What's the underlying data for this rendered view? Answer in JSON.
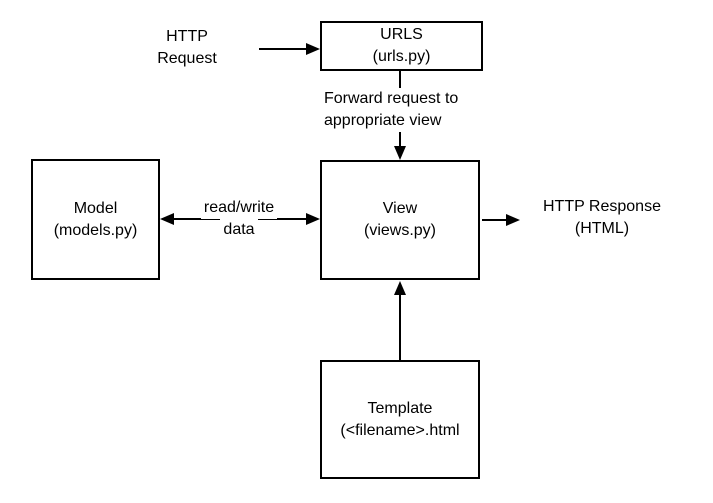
{
  "colors": {
    "background": "#ffffff",
    "line": "#000000",
    "text": "#000000"
  },
  "nodes": {
    "urls": {
      "title": "URLS",
      "subtitle": "(urls.py)"
    },
    "view": {
      "title": "View",
      "subtitle": "(views.py)"
    },
    "model": {
      "title": "Model",
      "subtitle": "(models.py)"
    },
    "template": {
      "title": "Template",
      "subtitle": "(<filename>.html"
    }
  },
  "labels": {
    "http_request": {
      "line1": "HTTP",
      "line2": "Request"
    },
    "forward_request": {
      "line1": "Forward request to",
      "line2": "appropriate view"
    },
    "read_write": {
      "line1": "read/write",
      "line2": "data"
    },
    "http_response": {
      "line1": "HTTP Response",
      "line2": "(HTML)"
    }
  },
  "arrows": [
    {
      "name": "http-request-to-urls",
      "from": "HTTP Request",
      "to": "URLS",
      "direction": "right"
    },
    {
      "name": "urls-to-view",
      "from": "URLS",
      "to": "View",
      "direction": "down",
      "label": "Forward request to appropriate view"
    },
    {
      "name": "model-view-bidirectional",
      "from": "Model",
      "to": "View",
      "direction": "both",
      "label": "read/write data"
    },
    {
      "name": "view-to-http-response",
      "from": "View",
      "to": "HTTP Response",
      "direction": "right"
    },
    {
      "name": "template-to-view",
      "from": "Template",
      "to": "View",
      "direction": "up"
    }
  ]
}
